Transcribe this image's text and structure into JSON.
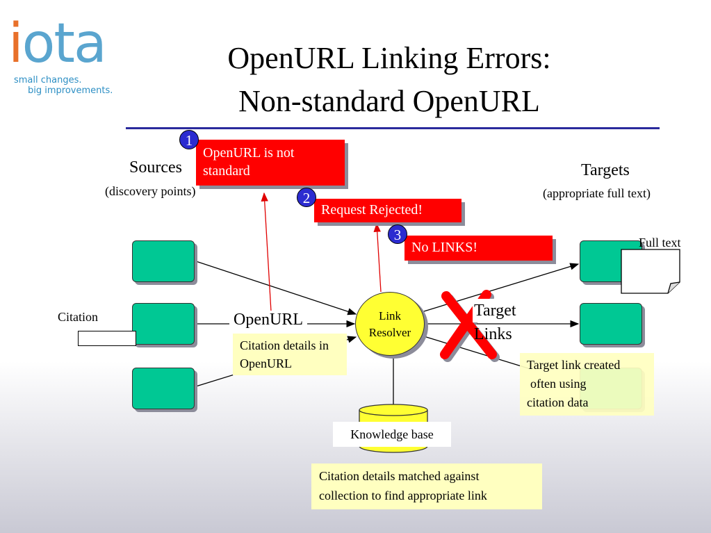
{
  "logo": {
    "mark_i": "i",
    "mark_rest": "ota",
    "tagline_1": "small changes.",
    "tagline_2": "big improvements."
  },
  "title": {
    "line1": "OpenURL Linking Errors:",
    "line2": "Non-standard OpenURL"
  },
  "sources": {
    "label": "Sources",
    "sublabel": "(discovery points)"
  },
  "targets": {
    "label": "Targets",
    "sublabel": "(appropriate full text)"
  },
  "errors": [
    {
      "number": "1",
      "text": "OpenURL is not standard"
    },
    {
      "number": "2",
      "text": "Request Rejected!"
    },
    {
      "number": "3",
      "text": "No LINKS!"
    }
  ],
  "citation_label": "Citation",
  "openurl_label": "OpenURL",
  "openurl_note": "Citation details in OpenURL",
  "link_resolver": {
    "line1": "Link",
    "line2": "Resolver"
  },
  "target_links": {
    "line1": "Target",
    "line2": "Links"
  },
  "full_text_label": "Full text",
  "target_note": {
    "line1": "Target link created",
    "line2": "often using",
    "line3": "citation data"
  },
  "knowledge_base": "Knowledge base",
  "kb_note": {
    "line1": "Citation details matched against",
    "line2": "collection to find appropriate link"
  },
  "colors": {
    "error_red": "#ff0000",
    "node_green": "#00c894",
    "resolver_yellow": "#ffff33",
    "note_yellow": "#ffffc0",
    "badge_blue": "#2c2cd0"
  }
}
